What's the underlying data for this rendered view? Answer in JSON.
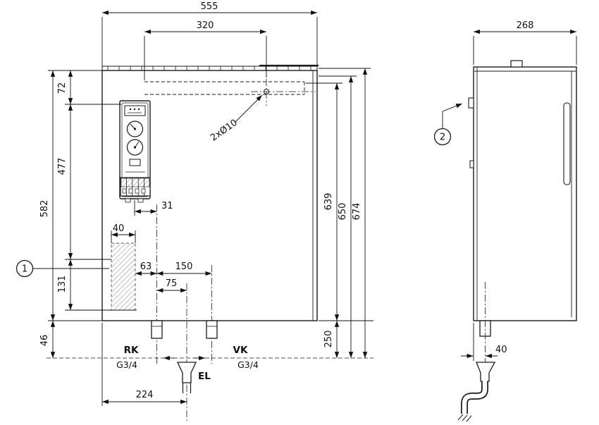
{
  "drawing": {
    "front": {
      "dims": {
        "overall_width": "555",
        "bracket_hole_spacing": "320",
        "top_to_panel": "72",
        "panel_to_anchor": "477",
        "overall_height": "582",
        "anchor_zone": "131",
        "bottom_to_thread": "46",
        "anchor_width": "40",
        "panel_to_rk": "31",
        "anchor_to_rk": "63",
        "rk_to_vk": "150",
        "rk_to_el": "75",
        "left_to_el": "224",
        "hole_note": "2xØ10",
        "height_639": "639",
        "height_650": "650",
        "height_674": "674",
        "drain_length": "250"
      },
      "ports": {
        "rk": "RK",
        "rk_thread": "G3/4",
        "vk": "VK",
        "vk_thread": "G3/4",
        "el": "EL"
      },
      "callout": "1"
    },
    "side": {
      "dims": {
        "overall_depth": "268",
        "wall_to_pipe": "40"
      },
      "callout": "2"
    },
    "colors": {
      "line": "#1a1a1a"
    }
  }
}
